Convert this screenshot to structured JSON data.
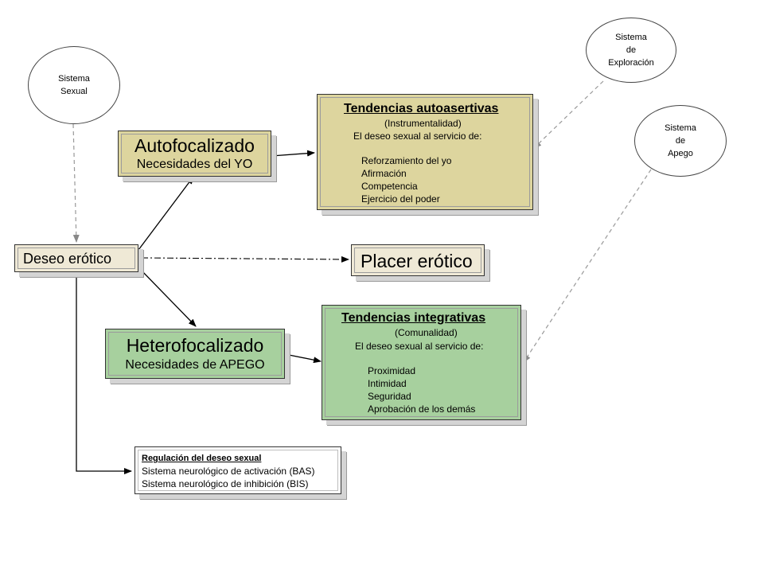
{
  "circles": {
    "sexual": [
      "Sistema",
      "Sexual"
    ],
    "exploracion": [
      "Sistema",
      "de",
      "Exploración"
    ],
    "apego": [
      "Sistema",
      "de",
      "Apego"
    ]
  },
  "deseo": "Deseo erótico",
  "placer": "Placer erótico",
  "auto": {
    "title": "Autofocalizado",
    "subtitle": "Necesidades del YO"
  },
  "hetero": {
    "title": "Heterofocalizado",
    "subtitle": "Necesidades de APEGO"
  },
  "autoasertivas": {
    "title": "Tendencias autoasertivas",
    "paren": "(Instrumentalidad)",
    "intro": "El deseo sexual al servicio de:",
    "items": [
      "Reforzamiento del yo",
      "Afirmación",
      "Competencia",
      "Ejercicio del poder"
    ]
  },
  "integrativas": {
    "title": "Tendencias integrativas",
    "paren": "(Comunalidad)",
    "intro": "El deseo sexual al servicio de:",
    "items": [
      "Proximidad",
      "Intimidad",
      "Seguridad",
      "Aprobación de los demás"
    ]
  },
  "regulacion": {
    "title": "Regulación del deseo sexual",
    "lines": [
      "Sistema neurológico de activación (BAS)",
      "Sistema neurológico de inhibición (BIS)"
    ]
  }
}
